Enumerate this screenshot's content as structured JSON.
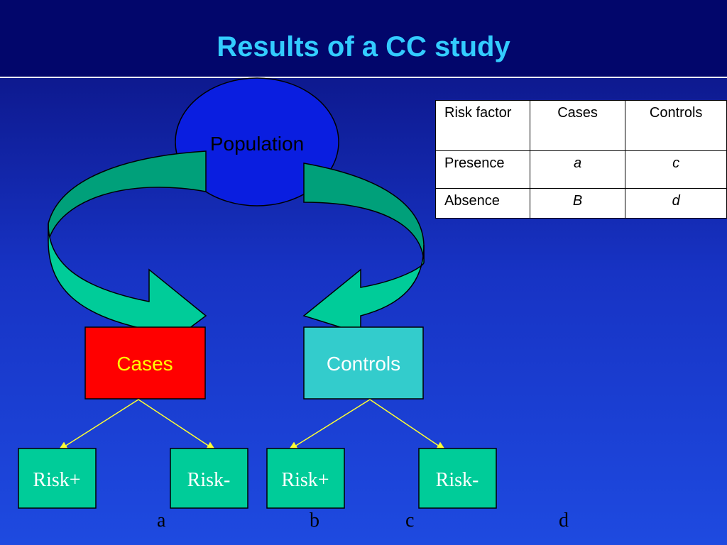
{
  "title": "Results of a CC study",
  "diagram": {
    "population": "Population",
    "cases": "Cases",
    "controls": "Controls",
    "risk_nodes": [
      "Risk+",
      "Risk-",
      "Risk+",
      "Risk-"
    ]
  },
  "table": {
    "header": [
      "Risk factor",
      "Cases",
      "Controls"
    ],
    "rows": [
      [
        "Presence",
        "a",
        "c"
      ],
      [
        "Absence",
        "B",
        "d"
      ]
    ]
  },
  "bottom_labels": [
    "a",
    "b",
    "c",
    "d"
  ],
  "colors": {
    "background_top": "#0a0f7a",
    "title": "#33ccff",
    "population_fill": "#0a1ee0",
    "arrow_fill": "#00cc99",
    "cases_fill": "#ff0000",
    "controls_fill": "#33cccc",
    "risk_fill": "#00cc99",
    "connector": "#ffff33"
  }
}
